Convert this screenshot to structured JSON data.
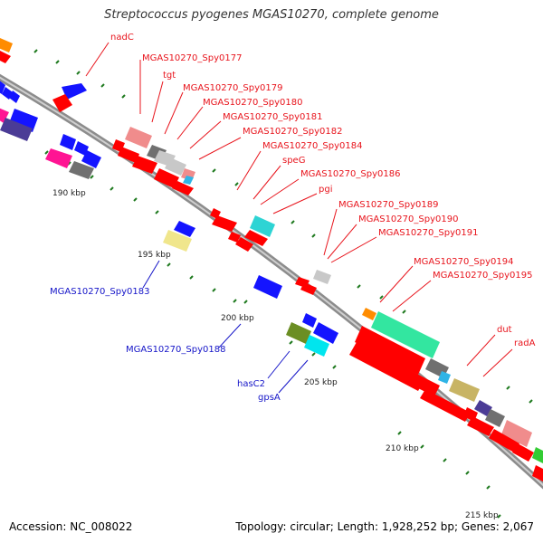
{
  "title": "Streptococcus pyogenes MGAS10270, complete genome",
  "footer": {
    "accession": "Accession: NC_008022",
    "summary": "Topology: circular; Length: 1,928,252 bp; Genes: 2,067"
  },
  "ticks": [
    "190 kbp",
    "195 kbp",
    "200 kbp",
    "205 kbp",
    "210 kbp",
    "215 kbp"
  ],
  "labels_top": [
    "nadC",
    "MGAS10270_Spy0177",
    "tgt",
    "MGAS10270_Spy0179",
    "MGAS10270_Spy0180",
    "MGAS10270_Spy0181",
    "MGAS10270_Spy0182",
    "MGAS10270_Spy0184",
    "speG",
    "MGAS10270_Spy0186",
    "pgi",
    "MGAS10270_Spy0189",
    "MGAS10270_Spy0190",
    "MGAS10270_Spy0191",
    "MGAS10270_Spy0194",
    "MGAS10270_Spy0195",
    "dut",
    "radA"
  ],
  "labels_bottom": [
    "MGAS10270_Spy0183",
    "MGAS10270_Spy0188",
    "hasC2",
    "gpsA"
  ],
  "colors": {
    "label_top": "#e8141c",
    "label_bottom": "#1414c8",
    "backbone": "#8c8c8c",
    "cds": "#ff0000",
    "tick": "#1f7a1f"
  }
}
